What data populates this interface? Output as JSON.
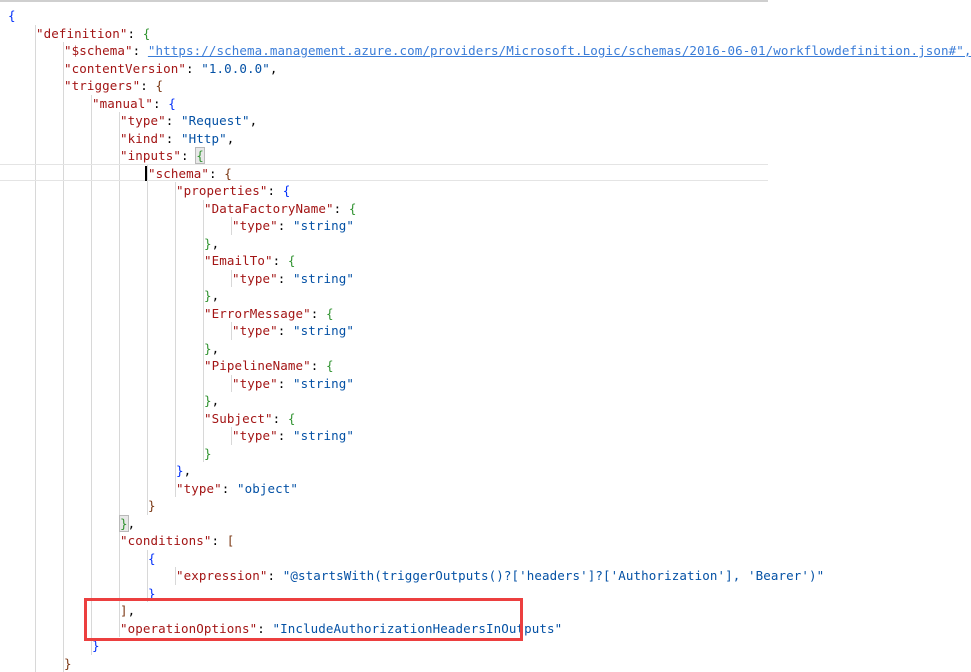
{
  "editor": {
    "language": "json",
    "theme": "light",
    "background_color": "#ffffff",
    "key_color": "#a31515",
    "string_color": "#0451a5",
    "url_color": "#3b7dd8",
    "bracket_colors": [
      "#0431fa",
      "#319331",
      "#7b3814"
    ],
    "annotation_color": "#ec3f3f",
    "cursor_line_number": 10
  },
  "code": {
    "lines": [
      {
        "n": 1,
        "indent": 0,
        "tokens": [
          {
            "t": "b1",
            "v": "{"
          }
        ]
      },
      {
        "n": 2,
        "indent": 1,
        "tokens": [
          {
            "t": "k",
            "v": "\"definition\""
          },
          {
            "t": "p",
            "v": ": "
          },
          {
            "t": "b2",
            "v": "{"
          }
        ]
      },
      {
        "n": 3,
        "indent": 2,
        "tokens": [
          {
            "t": "k",
            "v": "\"$schema\""
          },
          {
            "t": "p",
            "v": ": "
          },
          {
            "t": "url",
            "v": "\"https://schema.management.azure.com/providers/Microsoft.Logic/schemas/2016-06-01/workflowdefinition.json#\","
          }
        ]
      },
      {
        "n": 4,
        "indent": 2,
        "tokens": [
          {
            "t": "k",
            "v": "\"contentVersion\""
          },
          {
            "t": "p",
            "v": ": "
          },
          {
            "t": "s",
            "v": "\"1.0.0.0\""
          },
          {
            "t": "p",
            "v": ","
          }
        ]
      },
      {
        "n": 5,
        "indent": 2,
        "tokens": [
          {
            "t": "k",
            "v": "\"triggers\""
          },
          {
            "t": "p",
            "v": ": "
          },
          {
            "t": "b3",
            "v": "{"
          }
        ]
      },
      {
        "n": 6,
        "indent": 3,
        "tokens": [
          {
            "t": "k",
            "v": "\"manual\""
          },
          {
            "t": "p",
            "v": ": "
          },
          {
            "t": "b1",
            "v": "{"
          }
        ]
      },
      {
        "n": 7,
        "indent": 4,
        "tokens": [
          {
            "t": "k",
            "v": "\"type\""
          },
          {
            "t": "p",
            "v": ": "
          },
          {
            "t": "s",
            "v": "\"Request\""
          },
          {
            "t": "p",
            "v": ","
          }
        ]
      },
      {
        "n": 8,
        "indent": 4,
        "tokens": [
          {
            "t": "k",
            "v": "\"kind\""
          },
          {
            "t": "p",
            "v": ": "
          },
          {
            "t": "s",
            "v": "\"Http\""
          },
          {
            "t": "p",
            "v": ","
          }
        ]
      },
      {
        "n": 9,
        "indent": 4,
        "tokens": [
          {
            "t": "k",
            "v": "\"inputs\""
          },
          {
            "t": "p",
            "v": ": "
          },
          {
            "t": "b2 bmatch",
            "v": "{"
          }
        ]
      },
      {
        "n": 10,
        "indent": 5,
        "tokens": [
          {
            "t": "k",
            "v": "\"schema\""
          },
          {
            "t": "p",
            "v": ": "
          },
          {
            "t": "b3",
            "v": "{"
          }
        ]
      },
      {
        "n": 11,
        "indent": 6,
        "tokens": [
          {
            "t": "k",
            "v": "\"properties\""
          },
          {
            "t": "p",
            "v": ": "
          },
          {
            "t": "b1",
            "v": "{"
          }
        ]
      },
      {
        "n": 12,
        "indent": 7,
        "tokens": [
          {
            "t": "k",
            "v": "\"DataFactoryName\""
          },
          {
            "t": "p",
            "v": ": "
          },
          {
            "t": "b2",
            "v": "{"
          }
        ]
      },
      {
        "n": 13,
        "indent": 8,
        "tokens": [
          {
            "t": "k",
            "v": "\"type\""
          },
          {
            "t": "p",
            "v": ": "
          },
          {
            "t": "s",
            "v": "\"string\""
          }
        ]
      },
      {
        "n": 14,
        "indent": 7,
        "tokens": [
          {
            "t": "b2",
            "v": "}"
          },
          {
            "t": "p",
            "v": ","
          }
        ]
      },
      {
        "n": 15,
        "indent": 7,
        "tokens": [
          {
            "t": "k",
            "v": "\"EmailTo\""
          },
          {
            "t": "p",
            "v": ": "
          },
          {
            "t": "b2",
            "v": "{"
          }
        ]
      },
      {
        "n": 16,
        "indent": 8,
        "tokens": [
          {
            "t": "k",
            "v": "\"type\""
          },
          {
            "t": "p",
            "v": ": "
          },
          {
            "t": "s",
            "v": "\"string\""
          }
        ]
      },
      {
        "n": 17,
        "indent": 7,
        "tokens": [
          {
            "t": "b2",
            "v": "}"
          },
          {
            "t": "p",
            "v": ","
          }
        ]
      },
      {
        "n": 18,
        "indent": 7,
        "tokens": [
          {
            "t": "k",
            "v": "\"ErrorMessage\""
          },
          {
            "t": "p",
            "v": ": "
          },
          {
            "t": "b2",
            "v": "{"
          }
        ]
      },
      {
        "n": 19,
        "indent": 8,
        "tokens": [
          {
            "t": "k",
            "v": "\"type\""
          },
          {
            "t": "p",
            "v": ": "
          },
          {
            "t": "s",
            "v": "\"string\""
          }
        ]
      },
      {
        "n": 20,
        "indent": 7,
        "tokens": [
          {
            "t": "b2",
            "v": "}"
          },
          {
            "t": "p",
            "v": ","
          }
        ]
      },
      {
        "n": 21,
        "indent": 7,
        "tokens": [
          {
            "t": "k",
            "v": "\"PipelineName\""
          },
          {
            "t": "p",
            "v": ": "
          },
          {
            "t": "b2",
            "v": "{"
          }
        ]
      },
      {
        "n": 22,
        "indent": 8,
        "tokens": [
          {
            "t": "k",
            "v": "\"type\""
          },
          {
            "t": "p",
            "v": ": "
          },
          {
            "t": "s",
            "v": "\"string\""
          }
        ]
      },
      {
        "n": 23,
        "indent": 7,
        "tokens": [
          {
            "t": "b2",
            "v": "}"
          },
          {
            "t": "p",
            "v": ","
          }
        ]
      },
      {
        "n": 24,
        "indent": 7,
        "tokens": [
          {
            "t": "k",
            "v": "\"Subject\""
          },
          {
            "t": "p",
            "v": ": "
          },
          {
            "t": "b2",
            "v": "{"
          }
        ]
      },
      {
        "n": 25,
        "indent": 8,
        "tokens": [
          {
            "t": "k",
            "v": "\"type\""
          },
          {
            "t": "p",
            "v": ": "
          },
          {
            "t": "s",
            "v": "\"string\""
          }
        ]
      },
      {
        "n": 26,
        "indent": 7,
        "tokens": [
          {
            "t": "b2",
            "v": "}"
          }
        ]
      },
      {
        "n": 27,
        "indent": 6,
        "tokens": [
          {
            "t": "b1",
            "v": "}"
          },
          {
            "t": "p",
            "v": ","
          }
        ]
      },
      {
        "n": 28,
        "indent": 6,
        "tokens": [
          {
            "t": "k",
            "v": "\"type\""
          },
          {
            "t": "p",
            "v": ": "
          },
          {
            "t": "s",
            "v": "\"object\""
          }
        ]
      },
      {
        "n": 29,
        "indent": 5,
        "tokens": [
          {
            "t": "b3",
            "v": "}"
          }
        ]
      },
      {
        "n": 30,
        "indent": 4,
        "tokens": [
          {
            "t": "b2 bmatch",
            "v": "}"
          },
          {
            "t": "p",
            "v": ","
          }
        ]
      },
      {
        "n": 31,
        "indent": 4,
        "tokens": [
          {
            "t": "k",
            "v": "\"conditions\""
          },
          {
            "t": "p",
            "v": ": "
          },
          {
            "t": "b3",
            "v": "["
          }
        ]
      },
      {
        "n": 32,
        "indent": 5,
        "tokens": [
          {
            "t": "b1",
            "v": "{"
          }
        ]
      },
      {
        "n": 33,
        "indent": 6,
        "tokens": [
          {
            "t": "k",
            "v": "\"expression\""
          },
          {
            "t": "p",
            "v": ": "
          },
          {
            "t": "s",
            "v": "\"@startsWith(triggerOutputs()?['headers']?['Authorization'], 'Bearer')\""
          }
        ]
      },
      {
        "n": 34,
        "indent": 5,
        "tokens": [
          {
            "t": "b1",
            "v": "}"
          }
        ]
      },
      {
        "n": 35,
        "indent": 4,
        "tokens": [
          {
            "t": "b3",
            "v": "]"
          },
          {
            "t": "p",
            "v": ","
          }
        ]
      },
      {
        "n": 36,
        "indent": 4,
        "tokens": [
          {
            "t": "k",
            "v": "\"operationOptions\""
          },
          {
            "t": "p",
            "v": ": "
          },
          {
            "t": "s",
            "v": "\"IncludeAuthorizationHeadersInOutputs\""
          }
        ]
      },
      {
        "n": 37,
        "indent": 3,
        "tokens": [
          {
            "t": "b1",
            "v": "}"
          }
        ]
      },
      {
        "n": 38,
        "indent": 2,
        "tokens": [
          {
            "t": "b3",
            "v": "}"
          }
        ]
      }
    ]
  },
  "annotation": {
    "shape": "rectangle",
    "color": "#ec3f3f",
    "highlights_lines": [
      35,
      36
    ],
    "highlighted_text": [
      "],",
      "\"operationOptions\": \"IncludeAuthorizationHeadersInOutputs\""
    ]
  },
  "guides": {
    "columns": [
      22,
      50,
      78,
      106,
      134,
      162,
      190,
      218,
      246
    ]
  }
}
